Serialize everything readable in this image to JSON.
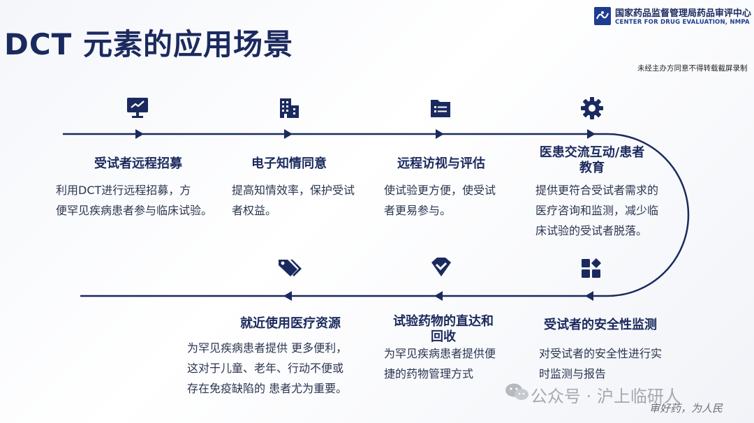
{
  "title": "DCT 元素的应用场景",
  "org": {
    "name_cn": "国家药品监督管理局药品审评中心",
    "name_en": "CENTER FOR DRUG EVALUATION, NMPA"
  },
  "notice": "未经主办方同意不得转载截屏录制",
  "colors": {
    "primary": "#1b2a5e",
    "accent": "#1f3d8f"
  },
  "steps": [
    {
      "icon": "monitor-chart-icon",
      "title": "受试者远程招募",
      "desc_lines": [
        "利用DCT进行远程招募，方",
        "便罕见疾病患者参与临床试验。"
      ]
    },
    {
      "icon": "building-icon",
      "title": "电子知情同意",
      "desc_lines": [
        "提高知情效率，保护受试",
        "者权益。"
      ]
    },
    {
      "icon": "file-list-icon",
      "title": "远程访视与评估",
      "desc_lines": [
        "使试验更方便，使受试",
        "者更易参与。"
      ]
    },
    {
      "icon": "gear-icon",
      "title_lines": [
        "医患交流互动/患者",
        "教育"
      ],
      "desc_lines": [
        "提供更符合受试者需求的",
        "医疗咨询和监测，减少临",
        "床试验的受试者脱落。"
      ]
    },
    {
      "icon": "apps-grid-icon",
      "title": "受试者的安全性监测",
      "desc_lines": [
        "对受试者的安全性进行实",
        "时监测与报告"
      ]
    },
    {
      "icon": "shield-check-icon",
      "title_lines": [
        "试验药物的直达和",
        "回收"
      ],
      "desc_lines": [
        "为罕见疾病患者提供便",
        "捷的药物管理方式"
      ]
    },
    {
      "icon": "tags-icon",
      "title": "就近使用医疗资源",
      "desc_lines": [
        "为罕见疾病患者提供 更多便利，",
        "这对于儿童、老年、行动不便或",
        "存在免疫缺陷的 患者尤为重要。"
      ]
    }
  ],
  "watermark": {
    "account": "公众号 · 沪上临研人",
    "slogan": "审好药，为人民"
  }
}
